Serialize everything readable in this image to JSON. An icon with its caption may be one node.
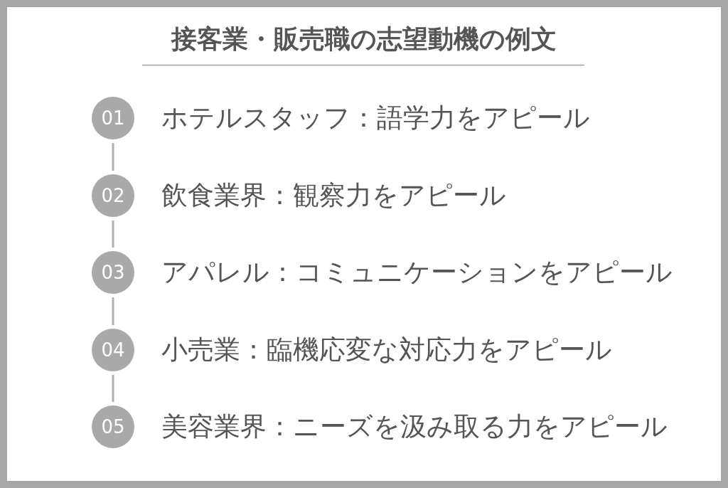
{
  "diagram": {
    "title": "接客業・販売職の志望動機の例文",
    "nodes": [
      {
        "text": [
          "01"
        ],
        "beside": [
          "ホテルスタッフ：語学力をアピール"
        ]
      },
      {
        "text": [
          "02"
        ],
        "beside": [
          "飲食業界：観察力をアピール"
        ]
      },
      {
        "text": [
          "03"
        ],
        "beside": [
          "アパレル：コミュニケーションをアピール"
        ]
      },
      {
        "text": [
          "04"
        ],
        "beside": [
          "小売業：臨機応変な対応力をアピール"
        ]
      },
      {
        "text": [
          "05"
        ],
        "beside": [
          "美容業界：ニーズを汲み取る力をアピール"
        ]
      }
    ],
    "edges": [
      {
        "from": 0,
        "to": 1,
        "arrow": "none"
      },
      {
        "from": 1,
        "to": 2,
        "arrow": "none"
      },
      {
        "from": 2,
        "to": 3,
        "arrow": "none"
      },
      {
        "from": 3,
        "to": 4,
        "arrow": "none"
      }
    ]
  }
}
